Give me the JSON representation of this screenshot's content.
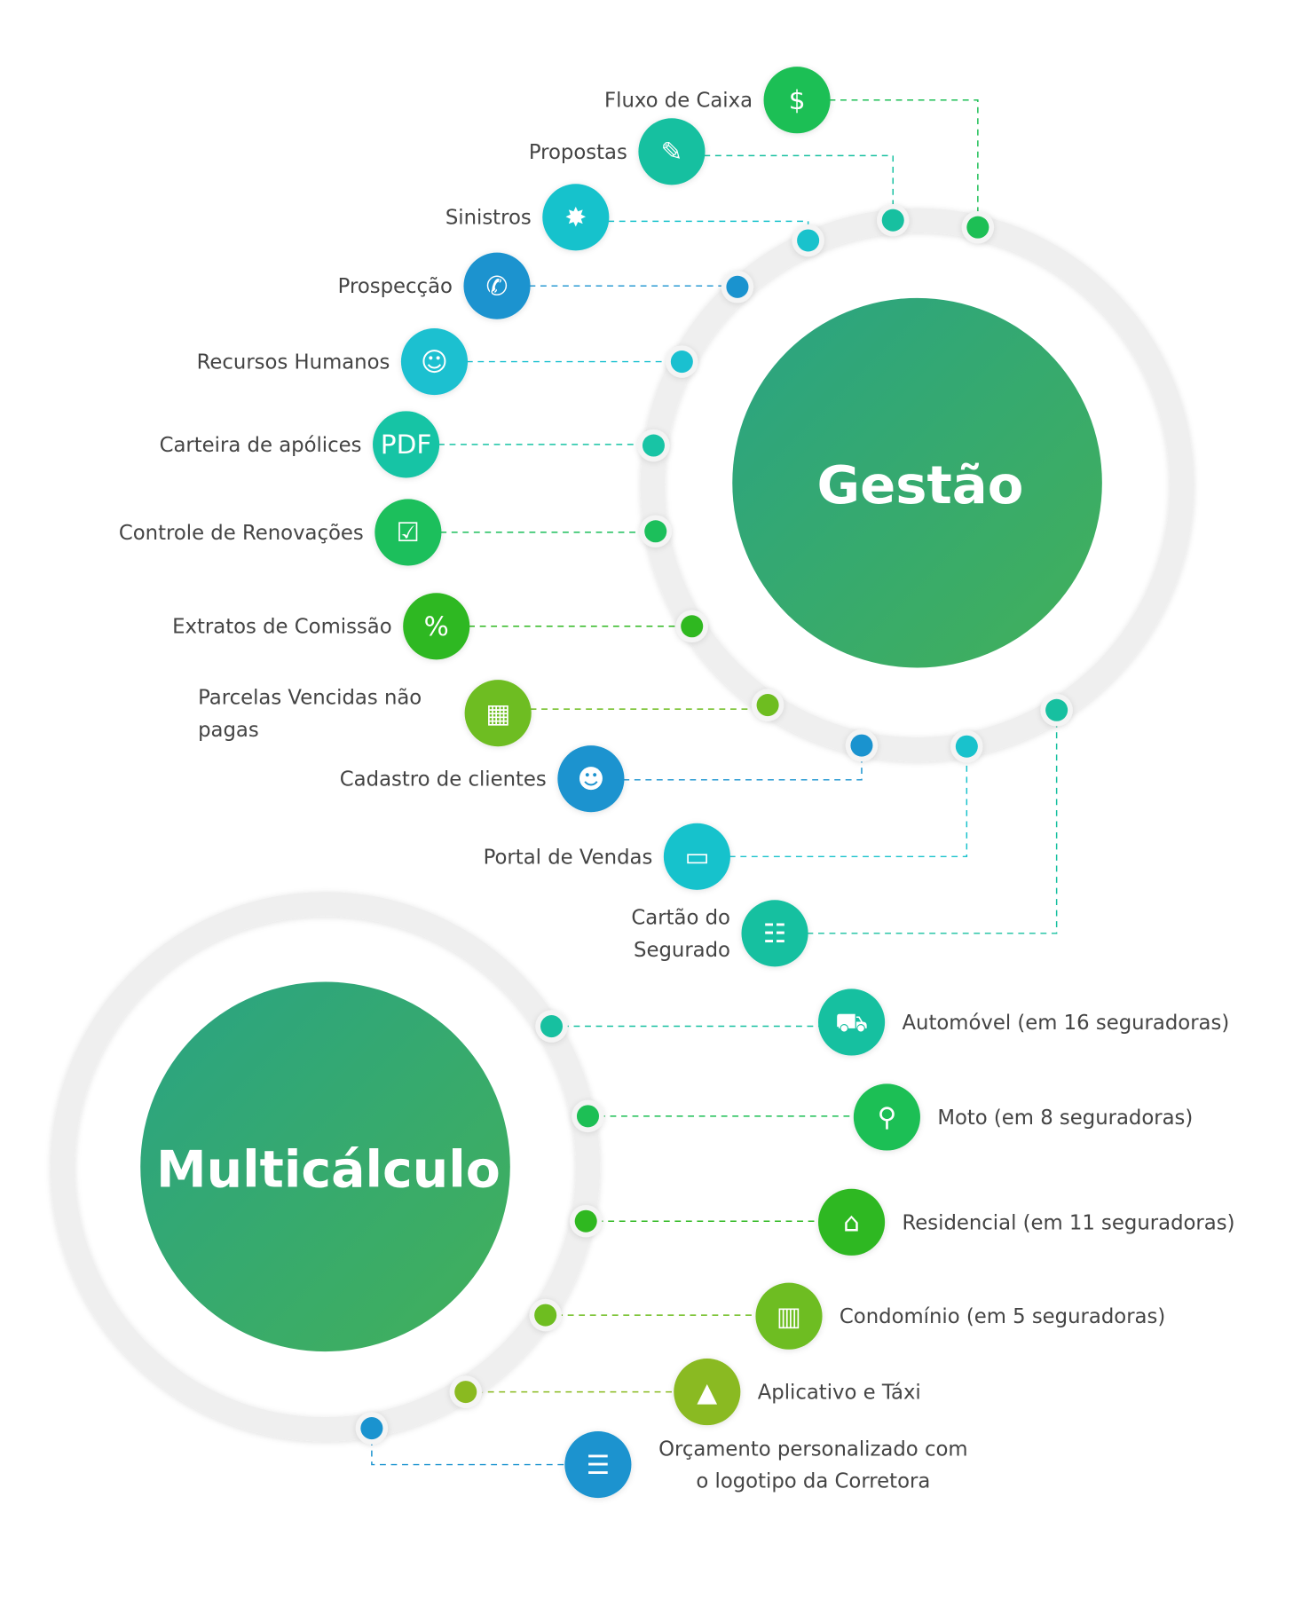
{
  "gestao": {
    "title": "Gestão",
    "items": [
      {
        "label": [
          "Fluxo de Caixa"
        ],
        "icon": "cash-flow-document-icon",
        "glyph": "$",
        "color": "#1dbf55"
      },
      {
        "label": [
          "Propostas"
        ],
        "icon": "proposal-edit-icon",
        "glyph": "✎",
        "color": "#17c0a0"
      },
      {
        "label": [
          "Sinistros"
        ],
        "icon": "car-crash-icon",
        "glyph": "✸",
        "color": "#19c2cc"
      },
      {
        "label": [
          "Prospecção"
        ],
        "icon": "phone-icon",
        "glyph": "✆",
        "color": "#1a93cf"
      },
      {
        "label": [
          "Recursos Humanos"
        ],
        "icon": "people-icon",
        "glyph": "☺",
        "color": "#1ac0d0"
      },
      {
        "label": [
          "Carteira de apólices"
        ],
        "icon": "pdf-file-icon",
        "glyph": "PDF",
        "color": "#18c4a5"
      },
      {
        "label": [
          "Controle de Renovações"
        ],
        "icon": "clipboard-checklist-icon",
        "glyph": "☑",
        "color": "#1cbf5b"
      },
      {
        "label": [
          "Extratos de Comissão"
        ],
        "icon": "money-bills-icon",
        "glyph": "%",
        "color": "#2fb820"
      },
      {
        "label": [
          "Parcelas Vencidas não",
          "pagas"
        ],
        "icon": "calendar-clock-icon",
        "glyph": "▦",
        "color": "#6ebd20"
      },
      {
        "label": [
          "Cadastro de clientes"
        ],
        "icon": "user-register-icon",
        "glyph": "☻",
        "color": "#1a93cf"
      },
      {
        "label": [
          "Portal de Vendas"
        ],
        "icon": "monitor-icon",
        "glyph": "▭",
        "color": "#19c2cc"
      },
      {
        "label": [
          "Cartão do",
          "Segurado"
        ],
        "icon": "id-card-icon",
        "glyph": "☷",
        "color": "#17c0a0"
      }
    ]
  },
  "multicalculo": {
    "title": "Multicálculo",
    "items": [
      {
        "label": [
          "Automóvel (em 16 seguradoras)"
        ],
        "icon": "car-icon",
        "glyph": "⛟",
        "color": "#17c0a0"
      },
      {
        "label": [
          "Moto (em 8 seguradoras)"
        ],
        "icon": "motorcycle-icon",
        "glyph": "⚲",
        "color": "#1dbf55"
      },
      {
        "label": [
          "Residencial (em 11 seguradoras)"
        ],
        "icon": "house-icon",
        "glyph": "⌂",
        "color": "#2fb820"
      },
      {
        "label": [
          "Condomínio (em 5 seguradoras)"
        ],
        "icon": "building-icon",
        "glyph": "▥",
        "color": "#6ebd20"
      },
      {
        "label": [
          "Aplicativo e Táxi"
        ],
        "icon": "smartphone-navigation-icon",
        "glyph": "▲",
        "color": "#8aba20"
      },
      {
        "label": [
          "Orçamento personalizado com",
          "o logotipo da Corretora"
        ],
        "icon": "document-icon",
        "glyph": "☰",
        "color": "#1a93cf"
      }
    ]
  }
}
